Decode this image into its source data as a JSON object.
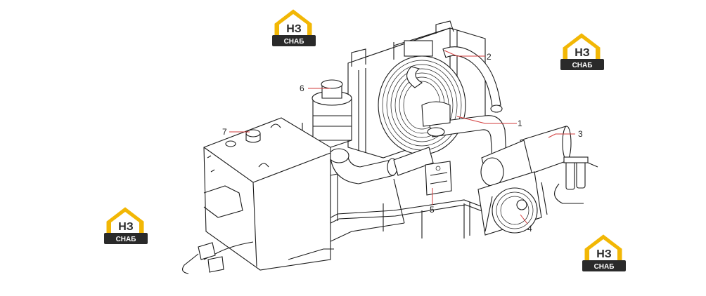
{
  "watermark": {
    "mark": "НЗ",
    "caption": "СНАБ",
    "colors": {
      "gold": "#F2B705",
      "dark": "#2a2a2a",
      "text": "#ffffff"
    }
  },
  "callouts": [
    {
      "id": "1",
      "label": "1"
    },
    {
      "id": "2",
      "label": "2"
    },
    {
      "id": "3",
      "label": "3"
    },
    {
      "id": "4",
      "label": "4"
    },
    {
      "id": "5",
      "label": "5"
    },
    {
      "id": "6",
      "label": "6"
    },
    {
      "id": "7",
      "label": "7"
    }
  ],
  "colors": {
    "line": "#1a1a1a",
    "leader": "#d23b3b",
    "background": "#ffffff"
  }
}
